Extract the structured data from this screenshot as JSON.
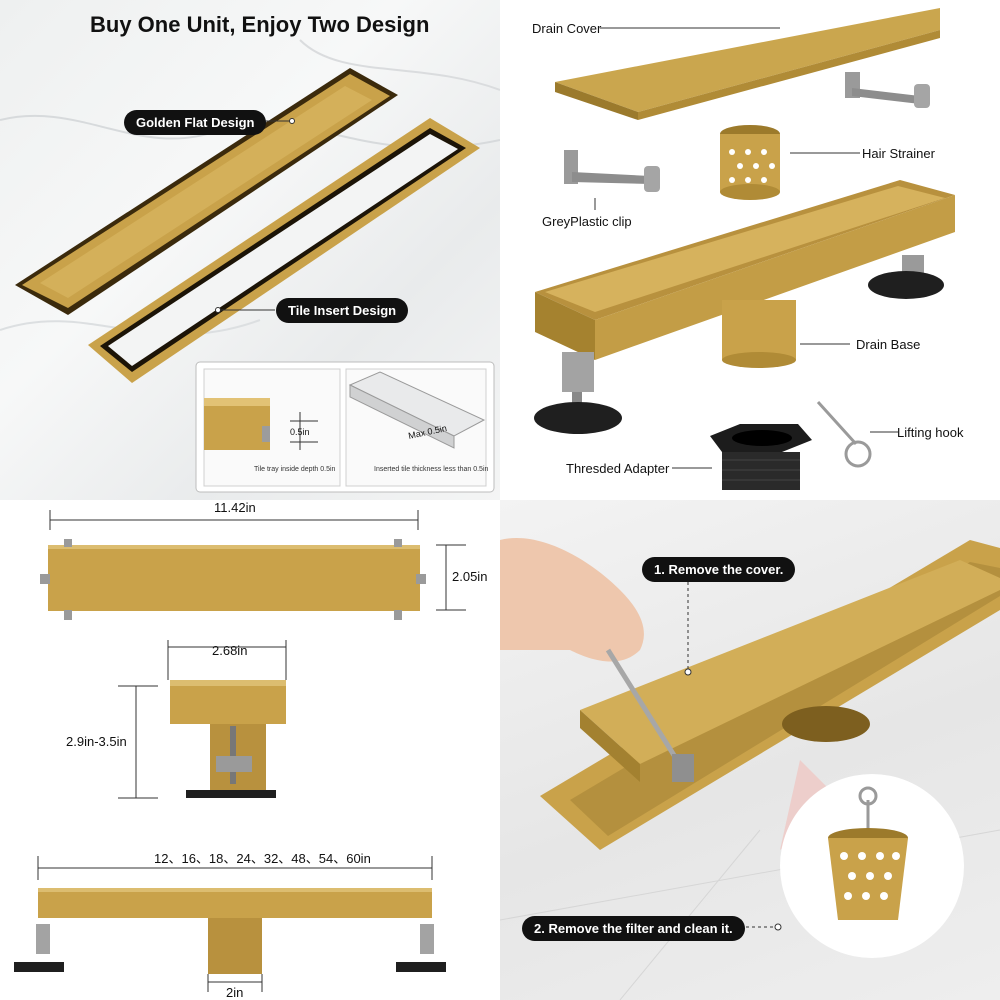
{
  "panel_top_left": {
    "title": "Buy One Unit, Enjoy Two Design",
    "label_flat": "Golden Flat Design",
    "label_tile": "Tile Insert Design",
    "inset": {
      "depth_value": "0.5in",
      "depth_caption": "Tile tray inside depth 0.5in",
      "max_value": "Max 0.5in",
      "max_caption": "Inserted tile thickness less than 0.5in"
    }
  },
  "panel_top_right": {
    "drain_cover": "Drain Cover",
    "hair_strainer": "Hair Strainer",
    "grey_clip": "GreyPlastic clip",
    "drain_base": "Drain Base",
    "lifting_hook": "Lifting hook",
    "adapter": "Thresded Adapter"
  },
  "panel_bottom_left": {
    "width": "11.42in",
    "height": "2.05in",
    "base_width": "2.68in",
    "adjust_height": "2.9in-3.5in",
    "lengths": "12、16、18、24、32、48、54、60in",
    "outlet": "2in"
  },
  "panel_bottom_right": {
    "step1": "1. Remove the cover.",
    "step2": "2. Remove the filter and clean it."
  },
  "colors": {
    "gold": "#c9a24a",
    "gold_dark": "#8f6f25",
    "label_bg": "#111111"
  }
}
